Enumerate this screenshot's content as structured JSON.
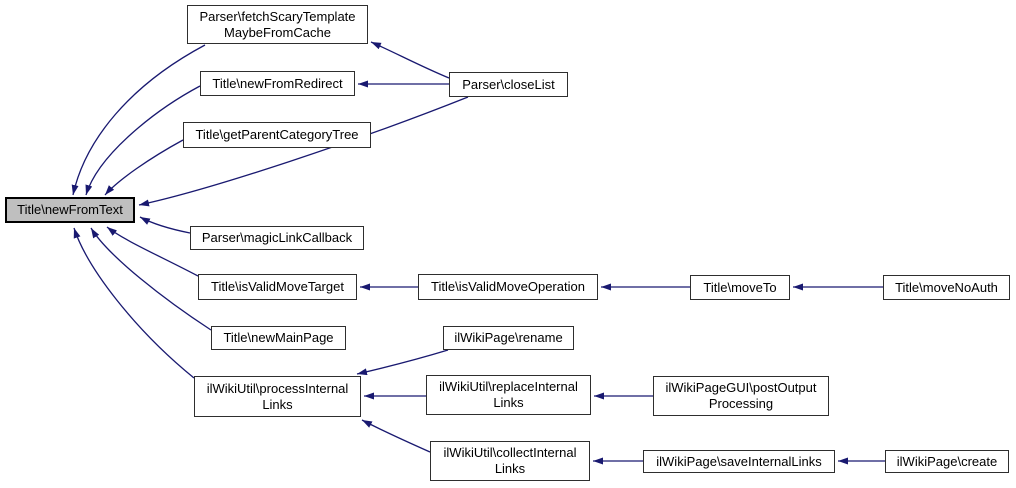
{
  "colors": {
    "edge": "#191970",
    "node_border": "#2e2e2e",
    "node_fill": "#ffffff",
    "highlight_fill": "#bfbfbf",
    "text": "#000000",
    "background": "#ffffff"
  },
  "nodes": [
    {
      "id": "parser-fetchscarytemplatemaybefromcache",
      "label": "Parser\\fetchScaryTemplate\nMaybeFromCache",
      "highlighted": false
    },
    {
      "id": "title-newfromredirect",
      "label": "Title\\newFromRedirect",
      "highlighted": false
    },
    {
      "id": "title-getparentcategorytree",
      "label": "Title\\getParentCategoryTree",
      "highlighted": false
    },
    {
      "id": "title-newfromtext",
      "label": "Title\\newFromText",
      "highlighted": true
    },
    {
      "id": "parser-closelist",
      "label": "Parser\\closeList",
      "highlighted": false
    },
    {
      "id": "parser-magiclinkcallback",
      "label": "Parser\\magicLinkCallback",
      "highlighted": false
    },
    {
      "id": "title-isvalidmovetarget",
      "label": "Title\\isValidMoveTarget",
      "highlighted": false
    },
    {
      "id": "title-isvalidmoveoperation",
      "label": "Title\\isValidMoveOperation",
      "highlighted": false
    },
    {
      "id": "title-moveto",
      "label": "Title\\moveTo",
      "highlighted": false
    },
    {
      "id": "title-movenoauth",
      "label": "Title\\moveNoAuth",
      "highlighted": false
    },
    {
      "id": "title-newmainpage",
      "label": "Title\\newMainPage",
      "highlighted": false
    },
    {
      "id": "ilwikipage-rename",
      "label": "ilWikiPage\\rename",
      "highlighted": false
    },
    {
      "id": "ilwikiutil-processinternallinks",
      "label": "ilWikiUtil\\processInternal\nLinks",
      "highlighted": false
    },
    {
      "id": "ilwikiutil-replaceinternallinks",
      "label": "ilWikiUtil\\replaceInternal\nLinks",
      "highlighted": false
    },
    {
      "id": "ilwikipagegui-postoutputprocessing",
      "label": "ilWikiPageGUI\\postOutput\nProcessing",
      "highlighted": false
    },
    {
      "id": "ilwikiutil-collectinternallinks",
      "label": "ilWikiUtil\\collectInternal\nLinks",
      "highlighted": false
    },
    {
      "id": "ilwikipage-saveinternallinks",
      "label": "ilWikiPage\\saveInternalLinks",
      "highlighted": false
    },
    {
      "id": "ilwikipage-create",
      "label": "ilWikiPage\\create",
      "highlighted": false
    }
  ],
  "edges": [
    {
      "from": "parser-fetchscarytemplatemaybefromcache",
      "to": "title-newfromtext"
    },
    {
      "from": "title-newfromredirect",
      "to": "title-newfromtext"
    },
    {
      "from": "title-getparentcategorytree",
      "to": "title-newfromtext"
    },
    {
      "from": "parser-closelist",
      "to": "parser-fetchscarytemplatemaybefromcache"
    },
    {
      "from": "parser-closelist",
      "to": "title-newfromredirect"
    },
    {
      "from": "parser-closelist",
      "to": "title-newfromtext"
    },
    {
      "from": "parser-magiclinkcallback",
      "to": "title-newfromtext"
    },
    {
      "from": "title-isvalidmovetarget",
      "to": "title-newfromtext"
    },
    {
      "from": "title-newmainpage",
      "to": "title-newfromtext"
    },
    {
      "from": "ilwikiutil-processinternallinks",
      "to": "title-newfromtext"
    },
    {
      "from": "title-isvalidmoveoperation",
      "to": "title-isvalidmovetarget"
    },
    {
      "from": "title-moveto",
      "to": "title-isvalidmoveoperation"
    },
    {
      "from": "title-movenoauth",
      "to": "title-moveto"
    },
    {
      "from": "ilwikipage-rename",
      "to": "ilwikiutil-processinternallinks"
    },
    {
      "from": "ilwikiutil-replaceinternallinks",
      "to": "ilwikiutil-processinternallinks"
    },
    {
      "from": "ilwikiutil-collectinternallinks",
      "to": "ilwikiutil-processinternallinks"
    },
    {
      "from": "ilwikipagegui-postoutputprocessing",
      "to": "ilwikiutil-replaceinternallinks"
    },
    {
      "from": "ilwikipage-saveinternallinks",
      "to": "ilwikiutil-collectinternallinks"
    },
    {
      "from": "ilwikipage-create",
      "to": "ilwikipage-saveinternallinks"
    }
  ]
}
